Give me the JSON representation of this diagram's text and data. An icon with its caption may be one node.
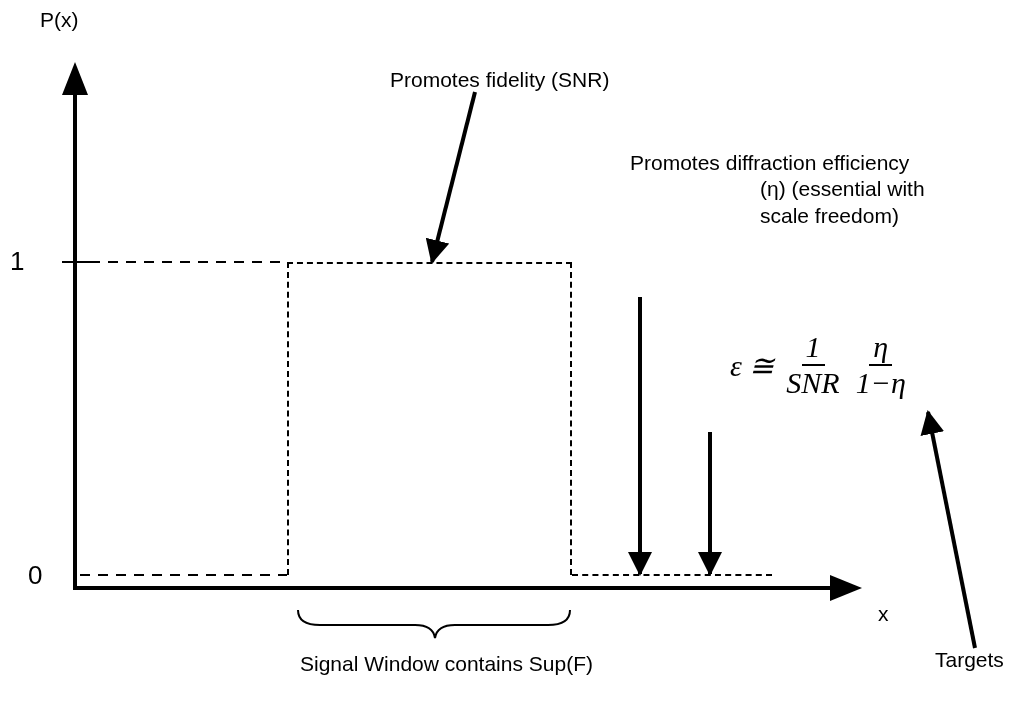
{
  "diagram": {
    "nodes": [
      {
        "text": [
          "Promotes fidelity (SNR)"
        ]
      },
      {
        "text": [],
        "shape": "box"
      },
      {
        "text": [
          "Promotes diffraction efficiency (η) (essential with scale freedom)"
        ]
      },
      {
        "text": [],
        "shape": "line"
      },
      {
        "text": [
          "ε ≅",
          "1",
          "SNR",
          "η",
          "1−η"
        ]
      },
      {
        "text": [
          "Targets"
        ]
      }
    ],
    "edges": [
      {
        "from": 0,
        "to": 1,
        "arrow": "to"
      },
      {
        "from": null,
        "to": 3,
        "arrow": "to"
      },
      {
        "from": null,
        "to": 3,
        "arrow": "to"
      },
      {
        "from": 5,
        "to": 4,
        "arrow": "to"
      }
    ],
    "labels": [
      "P(x)",
      "1",
      "0",
      "x",
      "Signal Window contains Sup(F)"
    ]
  }
}
